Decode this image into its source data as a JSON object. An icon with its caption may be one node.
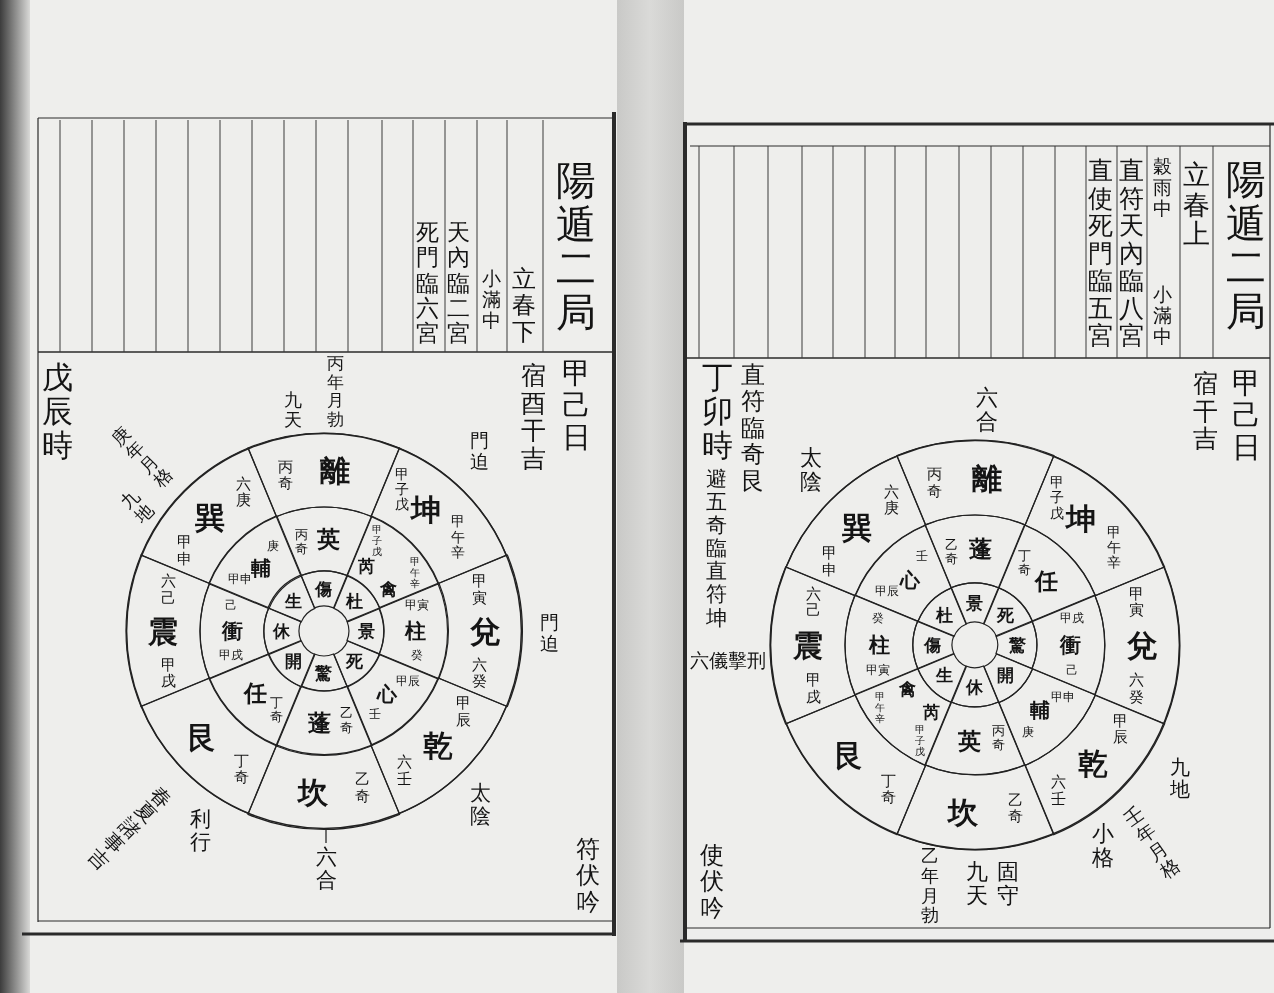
{
  "diagram": {
    "nodes": [
      {
        "text": [],
        "shape": "circle"
      },
      {
        "text": [
          "丙奇",
          "離"
        ],
        "in": 0
      },
      {
        "text": [
          "甲子戊",
          "坤",
          "甲午辛"
        ],
        "in": 0
      },
      {
        "text": [
          "甲寅",
          "兌",
          "六癸"
        ],
        "in": 0
      },
      {
        "text": [
          "甲辰",
          "乾",
          "六壬"
        ],
        "in": 0
      },
      {
        "text": [
          "坎",
          "乙奇"
        ],
        "in": 0
      },
      {
        "text": [
          "艮",
          "丁奇"
        ],
        "in": 0
      },
      {
        "text": [
          "六己",
          "震",
          "甲戌"
        ],
        "in": 0
      },
      {
        "text": [
          "六庚",
          "巽",
          "甲申"
        ],
        "in": 0
      },
      {
        "text": [
          "乙奇",
          "蓬"
        ],
        "in": 0
      },
      {
        "text": [
          "丁奇",
          "任"
        ],
        "in": 0
      },
      {
        "text": [
          "甲戌",
          "衝",
          "己"
        ],
        "in": 0
      },
      {
        "text": [
          "甲申",
          "輔",
          "庚"
        ],
        "in": 0
      },
      {
        "text": [
          "英",
          "丙奇"
        ],
        "in": 0
      },
      {
        "text": [
          "甲午辛",
          "禽",
          "芮",
          "甲子戊"
        ],
        "in": 0
      },
      {
        "text": [
          "癸",
          "柱",
          "甲寅"
        ],
        "in": 0
      },
      {
        "text": [
          "壬",
          "心",
          "甲辰"
        ],
        "in": 0
      },
      {
        "text": [
          "景"
        ],
        "in": 0
      },
      {
        "text": [
          "死"
        ],
        "in": 0
      },
      {
        "text": [
          "驚"
        ],
        "in": 0
      },
      {
        "text": [
          "開"
        ],
        "in": 0
      },
      {
        "text": [
          "休"
        ],
        "in": 0
      },
      {
        "text": [
          "生"
        ],
        "in": 0
      },
      {
        "text": [
          "傷"
        ],
        "in": 0
      },
      {
        "text": [
          "杜"
        ],
        "in": 0
      },
      {
        "text": [],
        "shape": "circle"
      },
      {
        "text": [
          "丙奇",
          "離"
        ],
        "in": 25
      },
      {
        "text": [
          "甲子戊",
          "坤",
          "甲午辛"
        ],
        "in": 25
      },
      {
        "text": [
          "甲寅",
          "兌",
          "六癸"
        ],
        "in": 25
      },
      {
        "text": [
          "甲辰",
          "乾",
          "六壬"
        ],
        "in": 25
      },
      {
        "text": [
          "坎",
          "乙奇"
        ],
        "in": 25
      },
      {
        "text": [
          "艮",
          "丁奇"
        ],
        "in": 25
      },
      {
        "text": [
          "六己",
          "震",
          "甲戌"
        ],
        "in": 25
      },
      {
        "text": [
          "六庚",
          "巽",
          "甲申"
        ],
        "in": 25
      },
      {
        "text": [
          "丙奇",
          "英"
        ],
        "in": 25
      },
      {
        "text": [
          "甲子戊",
          "芮",
          "禽",
          "甲午辛"
        ],
        "in": 25
      },
      {
        "text": [
          "甲寅",
          "柱",
          "癸"
        ],
        "in": 25
      },
      {
        "text": [
          "甲辰",
          "心",
          "壬"
        ],
        "in": 25
      },
      {
        "text": [
          "蓬",
          "乙奇"
        ],
        "in": 25
      },
      {
        "text": [
          "任",
          "丁奇"
        ],
        "in": 25
      },
      {
        "text": [
          "己",
          "衝",
          "甲戌"
        ],
        "in": 25
      },
      {
        "text": [
          "庚",
          "輔",
          "甲申"
        ],
        "in": 25
      },
      {
        "text": [
          "傷"
        ],
        "in": 25
      },
      {
        "text": [
          "杜"
        ],
        "in": 25
      },
      {
        "text": [
          "景"
        ],
        "in": 25
      },
      {
        "text": [
          "死"
        ],
        "in": 25
      },
      {
        "text": [
          "驚"
        ],
        "in": 25
      },
      {
        "text": [
          "開"
        ],
        "in": 25
      },
      {
        "text": [
          "休"
        ],
        "in": 25
      },
      {
        "text": [
          "生"
        ],
        "in": 25
      }
    ],
    "labels": [
      "陽遁二局",
      "立春上",
      "穀雨中",
      "小滿中",
      "直符天內臨八宮",
      "直使死門臨五宮",
      "甲己日",
      "宿干吉",
      "六合",
      "太陰",
      "丁卯時",
      "直符臨奇艮",
      "避五奇臨直符坤",
      "六儀擊刑",
      "九地",
      "壬年月格",
      "小格",
      "固守",
      "九天",
      "乙年月勃",
      "使伏吟",
      "陽遁二局",
      "立春下",
      "小滿中",
      "天內臨二宮",
      "死門臨六宮",
      "甲己日",
      "宿酉干吉",
      "戊辰時",
      "丙年月勃",
      "九天",
      "庚年月格",
      "九地",
      "門迫",
      "門迫",
      "太陰",
      "利行",
      "春夏諸事吉",
      "六合",
      "符伏吟"
    ]
  }
}
